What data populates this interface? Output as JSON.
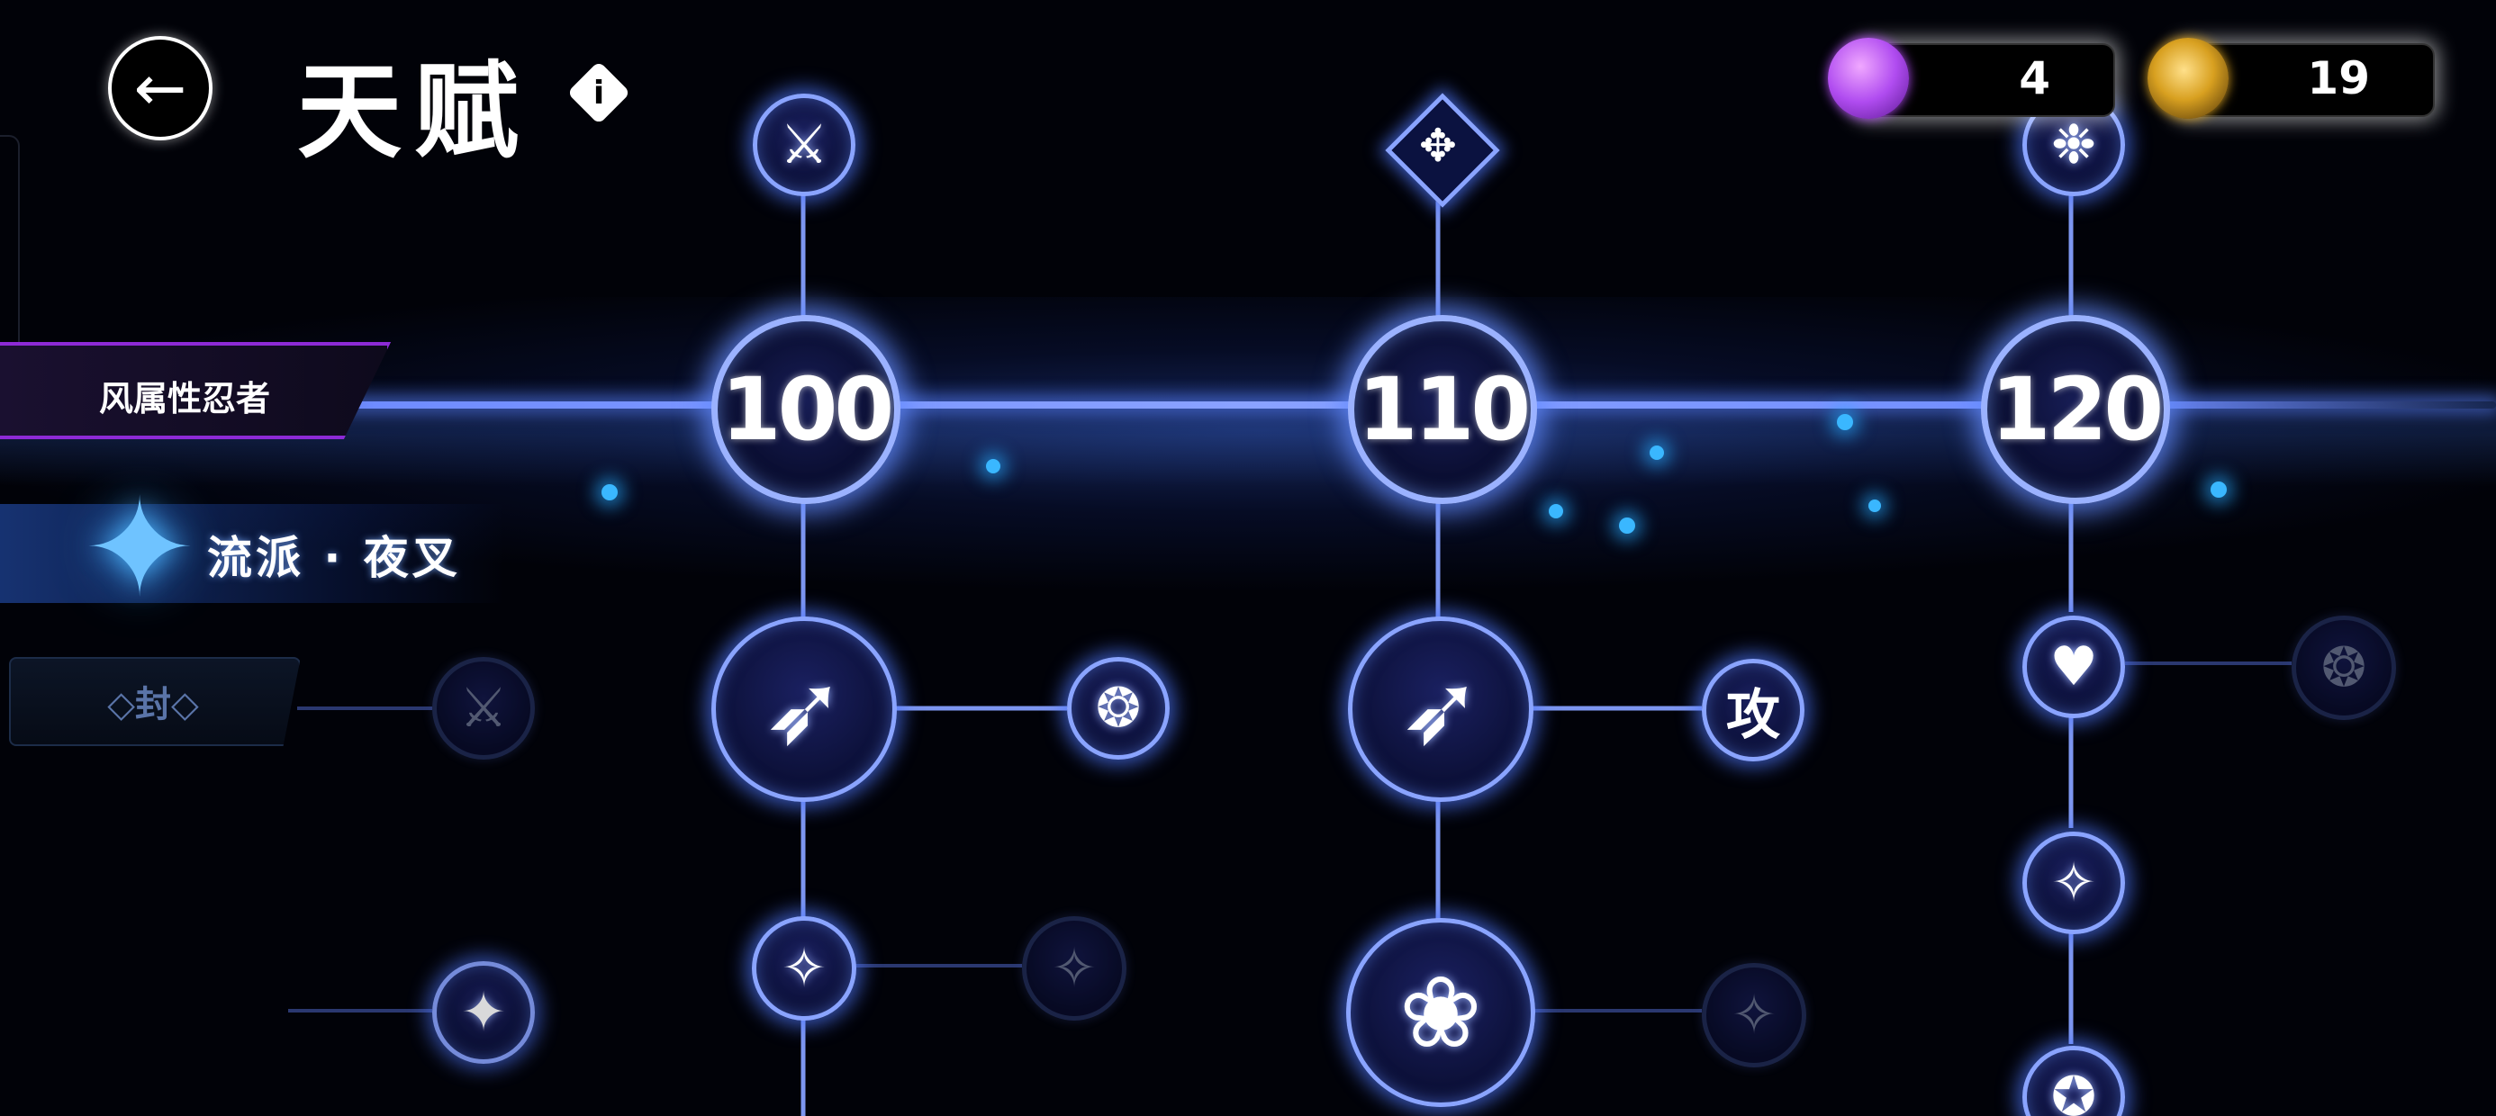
{
  "header": {
    "back_icon": "back-arrow-icon",
    "title": "天赋",
    "info_icon": "info-icon",
    "info_glyph": "i"
  },
  "currencies": [
    {
      "name": "purple-gem-icon",
      "value": "4",
      "color": "#b04cf0"
    },
    {
      "name": "gold-flame-icon",
      "value": "19",
      "color": "#d8a020"
    }
  ],
  "left_panel": {
    "attribute_tab": "风属性忍者",
    "school_label": "流派 · 夜叉",
    "seal_label": "◇封◇",
    "accent_color": "#8d2ad6"
  },
  "levels": [
    {
      "label": "100"
    },
    {
      "label": "110"
    },
    {
      "label": "120"
    }
  ],
  "talent_nodes": {
    "col100_top": {
      "icon": "blade-icon",
      "glyph": "⚔"
    },
    "col100_main": {
      "icon": "feather-up-icon",
      "glyph": "➶"
    },
    "col100_side": {
      "icon": "beast-icon",
      "glyph": "❂"
    },
    "col100_lower": {
      "icon": "slash-icon",
      "glyph": "✧"
    },
    "col100_lower_side": {
      "icon": "slash-dim-icon",
      "glyph": "✧"
    },
    "left_seal_node": {
      "icon": "blade-dim-icon",
      "glyph": "⚔"
    },
    "left_lower_node": {
      "icon": "shuriken-small-icon",
      "glyph": "✦"
    },
    "col110_top": {
      "icon": "kunai-diamond-icon",
      "glyph": "✥"
    },
    "col110_main": {
      "icon": "feather-slash-icon",
      "glyph": "➶"
    },
    "col110_side": {
      "icon": "attack-icon",
      "glyph": "攻"
    },
    "col110_lower": {
      "icon": "wolf-icon",
      "glyph": "❀"
    },
    "col110_lower_side": {
      "icon": "slash-dim-icon",
      "glyph": "✧"
    },
    "col120_top": {
      "icon": "wind-icon",
      "glyph": "❉"
    },
    "col120_node1": {
      "icon": "heart-swirl-icon",
      "glyph": "♥"
    },
    "col120_node1_side": {
      "icon": "beast-dim-icon",
      "glyph": "❂"
    },
    "col120_node2": {
      "icon": "slash-icon",
      "glyph": "✧"
    },
    "col120_node3": {
      "icon": "hammer-icon",
      "glyph": "✪"
    }
  }
}
